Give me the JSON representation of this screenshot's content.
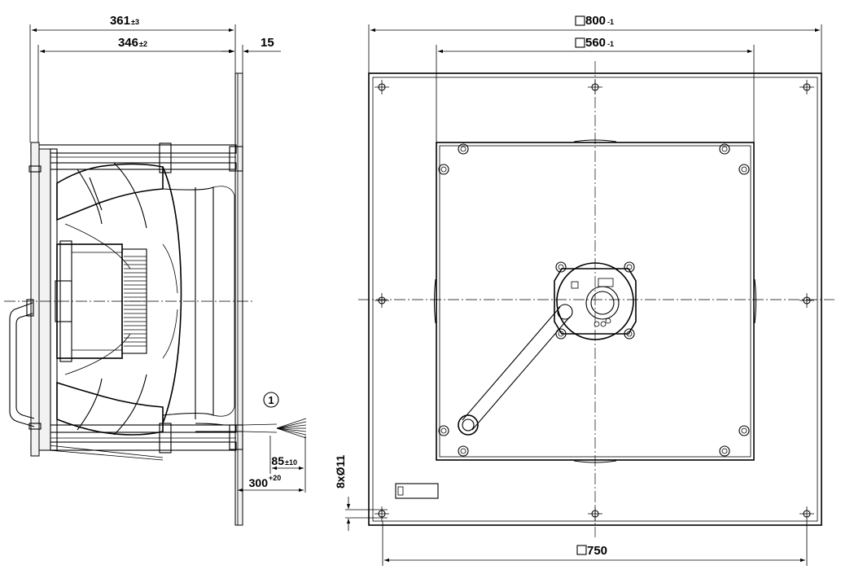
{
  "side_view": {
    "dims": {
      "overall_length": {
        "value": "361",
        "tol": "±3"
      },
      "wheel_length": {
        "value": "346",
        "tol": "±2"
      },
      "plate_offset": {
        "value": "15"
      },
      "cable_strip": {
        "value": "85",
        "tol": "±10"
      },
      "cable_length": {
        "value": "300",
        "tol": "+20"
      }
    },
    "callout": "1"
  },
  "front_view": {
    "dims": {
      "plate_size": {
        "value": "800",
        "tol": "-1"
      },
      "inner_size": {
        "value": "560",
        "tol": "-1"
      },
      "hole_pitch": {
        "value": "750"
      },
      "holes": {
        "value": "8xØ11"
      }
    }
  }
}
